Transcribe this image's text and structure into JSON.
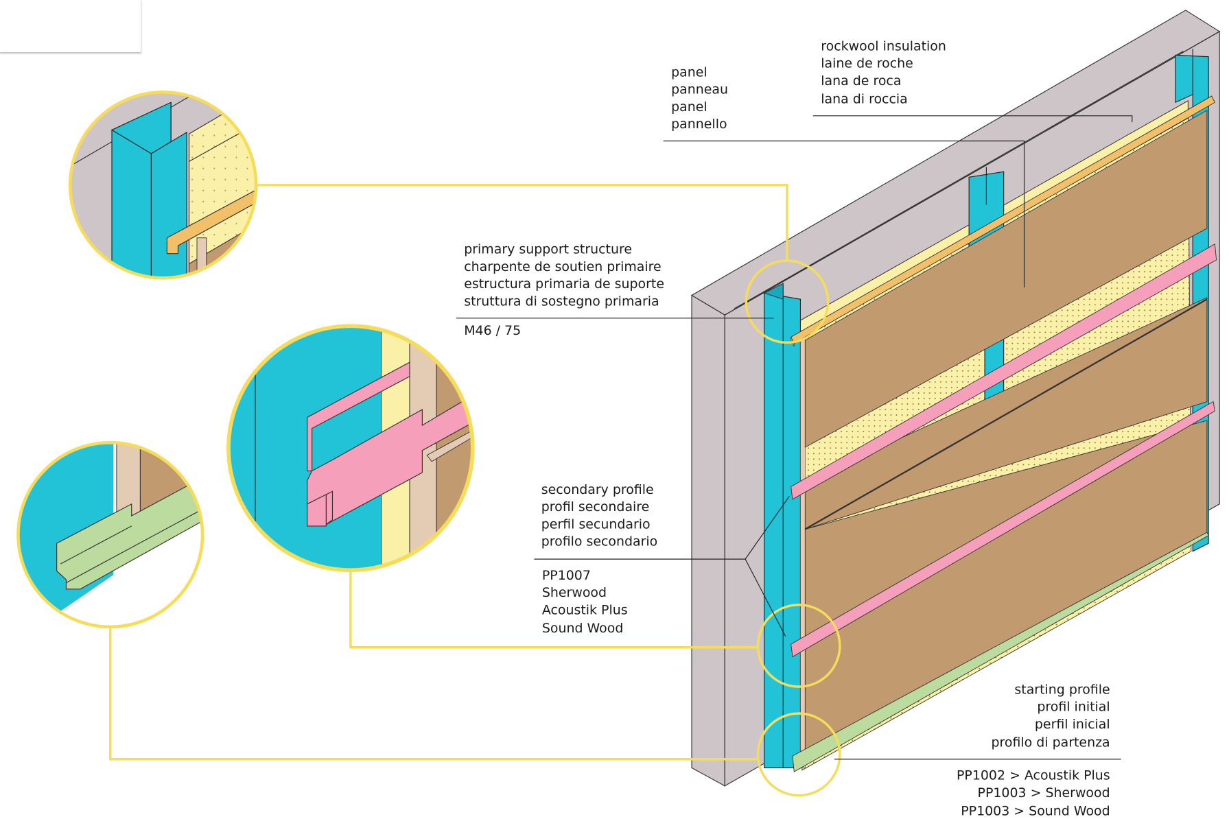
{
  "colors": {
    "callout": "#f7dc5a",
    "steel": "#22c3d6",
    "wall": "#cdc5c7",
    "insulation": "#fbf0a8",
    "panel": "#c29a70",
    "panel_edge": "#e4ccb4",
    "top_profile": "#f3c06a",
    "secondary_profile": "#f59fba",
    "starting_profile": "#bcdb9f"
  },
  "labels": {
    "panel": {
      "lines": [
        "panel",
        "panneau",
        "panel",
        "pannello"
      ]
    },
    "rockwool": {
      "lines": [
        "rockwool insulation",
        "laine de roche",
        "lana de roca",
        "lana di roccia"
      ]
    },
    "primary": {
      "lines": [
        "primary support structure",
        "charpente de soutien primaire",
        "estructura primaria de suporte",
        "struttura di sostegno primaria"
      ],
      "codes": [
        "M46 / 75"
      ]
    },
    "secondary": {
      "lines": [
        "secondary profile",
        "profil secondaire",
        "perfil secundario",
        "profilo secondario"
      ],
      "codes": [
        "PP1007",
        "Sherwood",
        "Acoustik Plus",
        "Sound Wood"
      ]
    },
    "starting": {
      "lines": [
        "starting profile",
        "profil initial",
        "perfil inicial",
        "profilo di partenza"
      ],
      "codes": [
        "PP1002 > Acoustik Plus",
        "PP1003 > Sherwood",
        "PP1003 > Sound Wood"
      ]
    }
  },
  "details": [
    {
      "name": "top-profile-detail",
      "subject": "primary support structure with top profile"
    },
    {
      "name": "secondary-profile-detail",
      "subject": "secondary profile"
    },
    {
      "name": "starting-profile-detail",
      "subject": "starting profile"
    }
  ]
}
